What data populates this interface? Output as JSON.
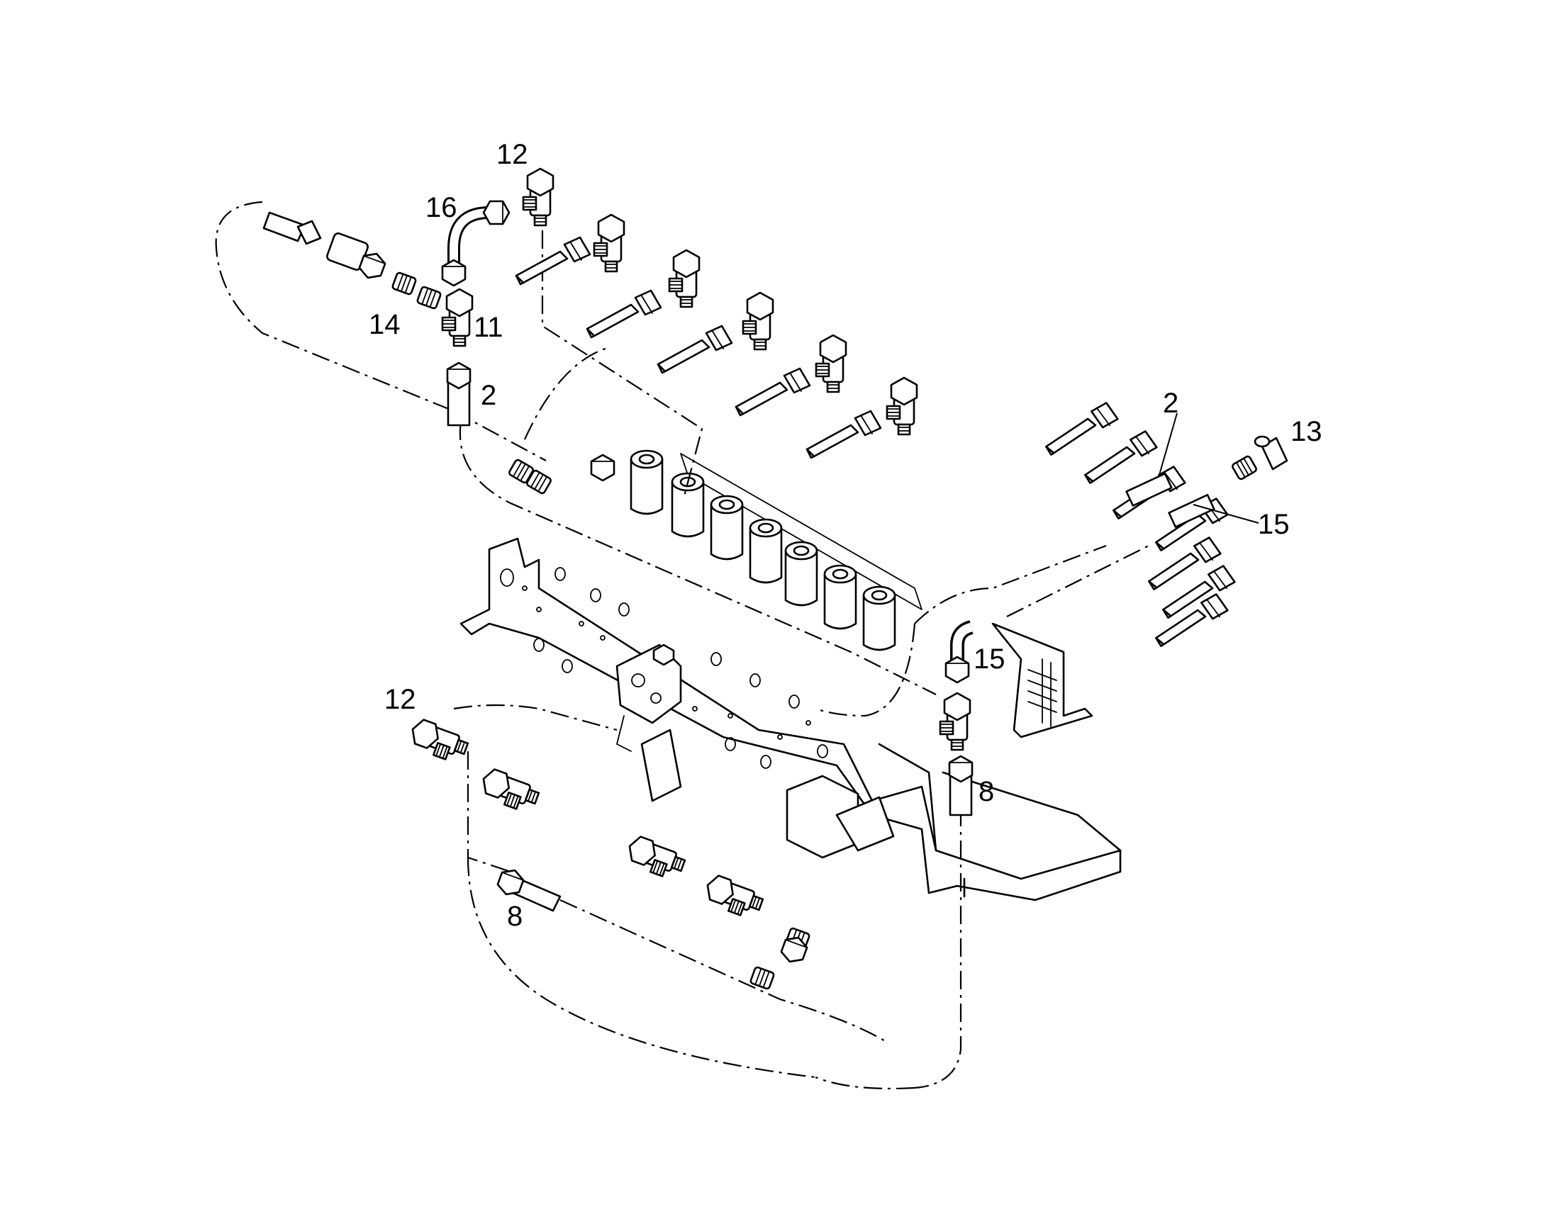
{
  "callouts": [
    {
      "id": "c12a",
      "label": "12"
    },
    {
      "id": "c16",
      "label": "16"
    },
    {
      "id": "c14",
      "label": "14"
    },
    {
      "id": "c11",
      "label": "11"
    },
    {
      "id": "c2a",
      "label": "2"
    },
    {
      "id": "c2b",
      "label": "2"
    },
    {
      "id": "c13",
      "label": "13"
    },
    {
      "id": "c15a",
      "label": "15"
    },
    {
      "id": "c15b",
      "label": "15"
    },
    {
      "id": "c12b",
      "label": "12"
    },
    {
      "id": "c8a",
      "label": "8"
    },
    {
      "id": "c8b",
      "label": "8"
    }
  ]
}
